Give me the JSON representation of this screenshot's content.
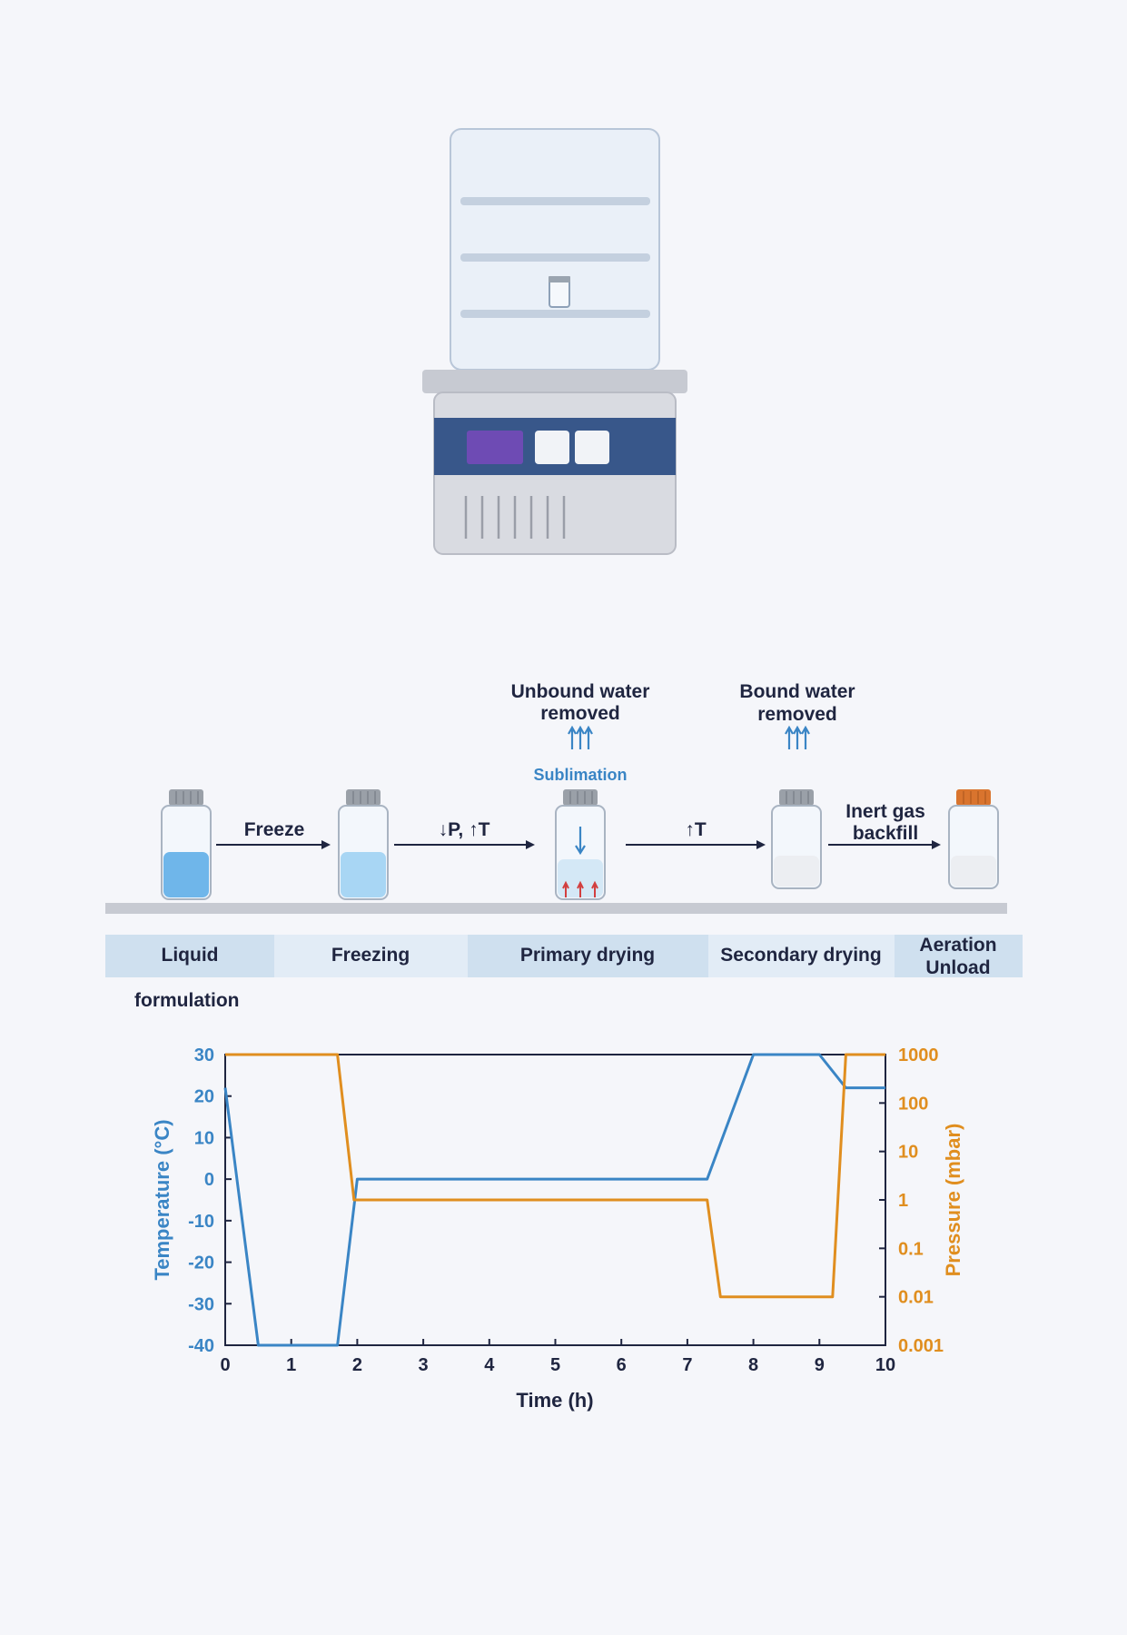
{
  "process": {
    "steps": [
      {
        "label": "Freeze"
      },
      {
        "label": "↓P, ↑T"
      },
      {
        "label": "↑T"
      },
      {
        "label_line1": "Inert gas",
        "label_line2": "backfill"
      }
    ],
    "annotations": {
      "unbound_line1": "Unbound water",
      "unbound_line2": "removed",
      "bound_line1": "Bound water",
      "bound_line2": "removed",
      "sublimation": "Sublimation"
    },
    "phases": [
      {
        "label": "Liquid"
      },
      {
        "label": "Freezing"
      },
      {
        "label": "Primary drying"
      },
      {
        "label": "Secondary drying"
      },
      {
        "label_line1": "Aeration",
        "label_line2": "Unload"
      }
    ],
    "phase_note": "formulation"
  },
  "colors": {
    "temperature": "#3a85c5",
    "pressure": "#e08e1f",
    "navy": "#1f2540",
    "panel": "#38578a",
    "purple_button": "#6e4bb4",
    "orange_cap": "#d9742e"
  },
  "chart_data": {
    "type": "line",
    "xlabel": "Time (h)",
    "ylabel_left": "Temperature (°C)",
    "ylabel_right": "Pressure (mbar)",
    "xlim": [
      0,
      10
    ],
    "ylim_left": [
      -40,
      30
    ],
    "ylim_right": [
      0.001,
      1000
    ],
    "right_scale": "log",
    "x_ticks": [
      "0",
      "1",
      "2",
      "3",
      "4",
      "5",
      "6",
      "7",
      "8",
      "9",
      "10"
    ],
    "y_ticks_left": [
      "30",
      "20",
      "10",
      "0",
      "-10",
      "-20",
      "-30",
      "-40"
    ],
    "y_ticks_right": [
      "1000",
      "100",
      "10",
      "1",
      "0.1",
      "0.01",
      "0.001"
    ],
    "series": [
      {
        "name": "Temperature",
        "axis": "left",
        "x": [
          0,
          0.5,
          1.7,
          2.0,
          7.3,
          8.0,
          9.0,
          9.4,
          10
        ],
        "y": [
          22,
          -40,
          -40,
          0,
          0,
          30,
          30,
          22,
          22
        ]
      },
      {
        "name": "Pressure",
        "axis": "right",
        "x": [
          0,
          1.7,
          1.95,
          7.3,
          7.5,
          9.2,
          9.4,
          10
        ],
        "y": [
          1000,
          1000,
          1,
          1,
          0.01,
          0.01,
          1000,
          1000
        ]
      }
    ]
  }
}
